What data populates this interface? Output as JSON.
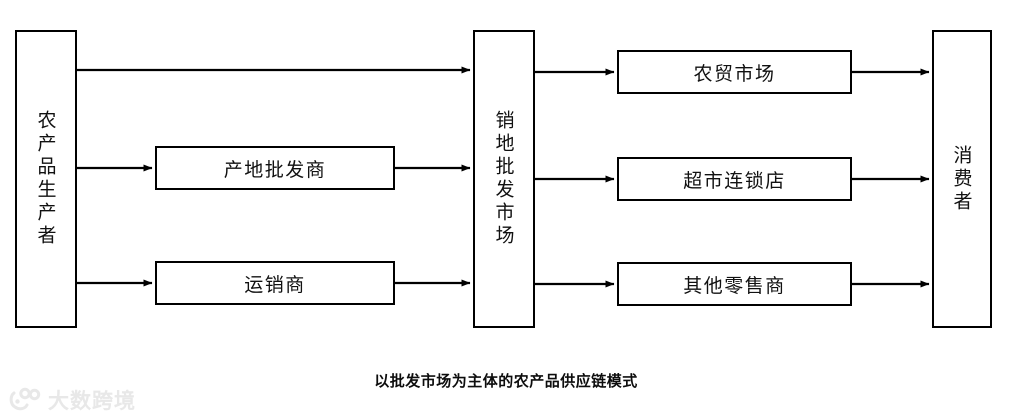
{
  "diagram": {
    "caption": "以批发市场为主体的农产品供应链模式",
    "nodes": {
      "producer": {
        "label": "农产品生产者",
        "orientation": "vertical"
      },
      "origin_wholesaler": {
        "label": "产地批发商",
        "orientation": "horizontal"
      },
      "transport_dealer": {
        "label": "运销商",
        "orientation": "horizontal"
      },
      "sales_wholesale_market": {
        "label": "销地批发市场",
        "orientation": "vertical"
      },
      "farmers_market": {
        "label": "农贸市场",
        "orientation": "horizontal"
      },
      "supermarket_chain": {
        "label": "超市连锁店",
        "orientation": "horizontal"
      },
      "other_retailers": {
        "label": "其他零售商",
        "orientation": "horizontal"
      },
      "consumer": {
        "label": "消费者",
        "orientation": "vertical"
      }
    },
    "edges": [
      {
        "from": "producer",
        "to": "sales_wholesale_market",
        "name": "edge-producer-to-wholesale-market"
      },
      {
        "from": "producer",
        "to": "origin_wholesaler",
        "name": "edge-producer-to-origin-wholesaler"
      },
      {
        "from": "producer",
        "to": "transport_dealer",
        "name": "edge-producer-to-transport-dealer"
      },
      {
        "from": "origin_wholesaler",
        "to": "sales_wholesale_market",
        "name": "edge-origin-wholesaler-to-wholesale-market"
      },
      {
        "from": "transport_dealer",
        "to": "sales_wholesale_market",
        "name": "edge-transport-dealer-to-wholesale-market"
      },
      {
        "from": "sales_wholesale_market",
        "to": "farmers_market",
        "name": "edge-wholesale-market-to-farmers-market"
      },
      {
        "from": "sales_wholesale_market",
        "to": "supermarket_chain",
        "name": "edge-wholesale-market-to-supermarket-chain"
      },
      {
        "from": "sales_wholesale_market",
        "to": "other_retailers",
        "name": "edge-wholesale-market-to-other-retailers"
      },
      {
        "from": "farmers_market",
        "to": "consumer",
        "name": "edge-farmers-market-to-consumer"
      },
      {
        "from": "supermarket_chain",
        "to": "consumer",
        "name": "edge-supermarket-chain-to-consumer"
      },
      {
        "from": "other_retailers",
        "to": "consumer",
        "name": "edge-other-retailers-to-consumer"
      }
    ],
    "colors": {
      "stroke": "#000000",
      "fill": "#ffffff",
      "text": "#111111",
      "watermark": "#e8e8e8"
    }
  },
  "watermark": {
    "text": "大数跨境"
  }
}
